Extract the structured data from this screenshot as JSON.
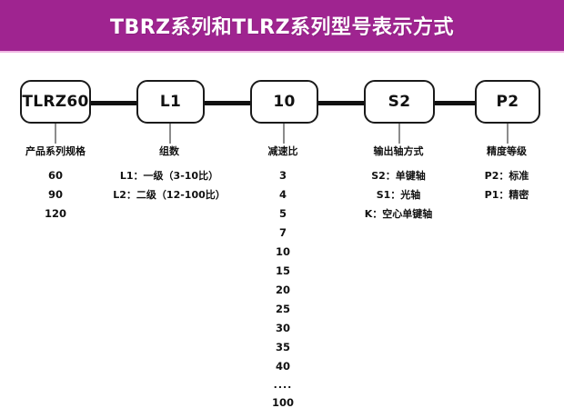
{
  "banner": {
    "title": "TBRZ系列和TLRZ系列型号表示方式",
    "background_color": "#9f2490",
    "text_color": "#ffffff"
  },
  "model_code": {
    "boxes": [
      {
        "label": "TLRZ60",
        "name": "series-spec"
      },
      {
        "label": "L1",
        "name": "stage-count"
      },
      {
        "label": "10",
        "name": "reduction-ratio"
      },
      {
        "label": "S2",
        "name": "output-shaft-type"
      },
      {
        "label": "P2",
        "name": "precision-grade"
      }
    ]
  },
  "columns": [
    {
      "name": "series-spec",
      "heading": "产品系列规格",
      "items": [
        "60",
        "90",
        "120"
      ],
      "numeric": true
    },
    {
      "name": "stage-count",
      "heading": "组数",
      "items": [
        "L1：一级（3-10比）",
        "L2：二级（12-100比）"
      ],
      "numeric": false
    },
    {
      "name": "reduction-ratio",
      "heading": "减速比",
      "items": [
        "3",
        "4",
        "5",
        "7",
        "10",
        "15",
        "20",
        "25",
        "30",
        "35",
        "40",
        "....",
        "100"
      ],
      "numeric": true
    },
    {
      "name": "output-shaft-type",
      "heading": "输出轴方式",
      "items": [
        "S2：单键轴",
        "S1：光轴",
        "K：空心单键轴"
      ],
      "numeric": false
    },
    {
      "name": "precision-grade",
      "heading": "精度等级",
      "items": [
        "P2：标准",
        "P1：精密"
      ],
      "numeric": false
    }
  ]
}
